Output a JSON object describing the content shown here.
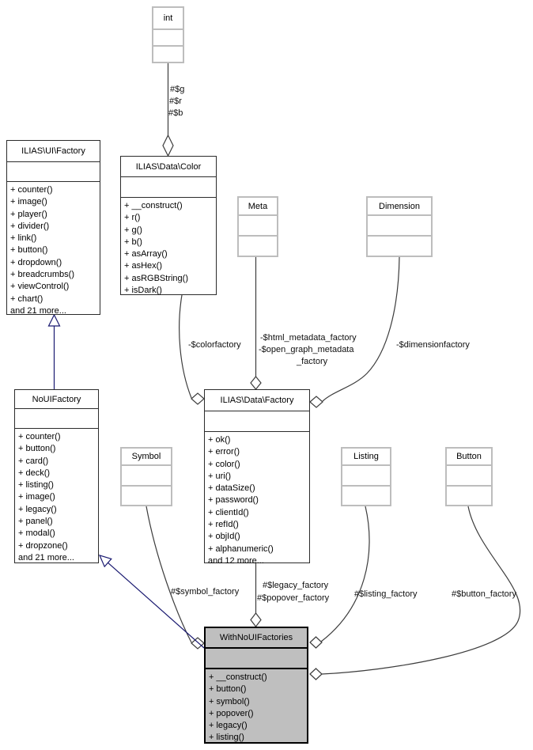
{
  "classes": {
    "int_type": {
      "title": "int"
    },
    "ui_factory": {
      "title": "ILIAS\\UI\\Factory",
      "methods": [
        "+ counter()",
        "+ image()",
        "+ player()",
        "+ divider()",
        "+ link()",
        "+ button()",
        "+ dropdown()",
        "+ breadcrumbs()",
        "+ viewControl()",
        "+ chart()",
        "and 21 more..."
      ]
    },
    "data_color": {
      "title": "ILIAS\\Data\\Color",
      "methods": [
        "+ __construct()",
        "+ r()",
        "+ g()",
        "+ b()",
        "+ asArray()",
        "+ asHex()",
        "+ asRGBString()",
        "+ isDark()"
      ]
    },
    "meta": {
      "title": "Meta"
    },
    "dimension": {
      "title": "Dimension"
    },
    "no_ui_factory": {
      "title": "NoUIFactory",
      "methods": [
        "+ counter()",
        "+ button()",
        "+ card()",
        "+ deck()",
        "+ listing()",
        "+ image()",
        "+ legacy()",
        "+ panel()",
        "+ modal()",
        "+ dropzone()",
        "and 21 more..."
      ]
    },
    "data_factory": {
      "title": "ILIAS\\Data\\Factory",
      "methods": [
        "+ ok()",
        "+ error()",
        "+ color()",
        "+ uri()",
        "+ dataSize()",
        "+ password()",
        "+ clientId()",
        "+ refId()",
        "+ objId()",
        "+ alphanumeric()",
        "and 12 more..."
      ]
    },
    "symbol": {
      "title": "Symbol"
    },
    "listing": {
      "title": "Listing"
    },
    "button": {
      "title": "Button"
    },
    "with_no_ui_factories": {
      "title": "WithNoUIFactories",
      "methods": [
        "+ __construct()",
        "+ button()",
        "+ symbol()",
        "+ popover()",
        "+ legacy()",
        "+ listing()"
      ]
    }
  },
  "edge_labels": {
    "g": "#$g",
    "r": "#$r",
    "b": "#$b",
    "colorfactory": "-$colorfactory",
    "html_metadata_factory": "-$html_metadata_factory",
    "open_graph_metadata": "-$open_graph_metadata",
    "open_graph_metadata_cont": "_factory",
    "dimensionfactory": "-$dimensionfactory",
    "symbol_factory": "#$symbol_factory",
    "legacy_factory": "#$legacy_factory",
    "popover_factory": "#$popover_factory",
    "listing_factory": "#$listing_factory",
    "button_factory": "#$button_factory"
  },
  "colors": {
    "highlight_fill": "#bfbfbf",
    "inheritance_edge": "#191970",
    "aggregation_edge": "#3c3c3c",
    "muted_border": "#bdbdbd"
  }
}
